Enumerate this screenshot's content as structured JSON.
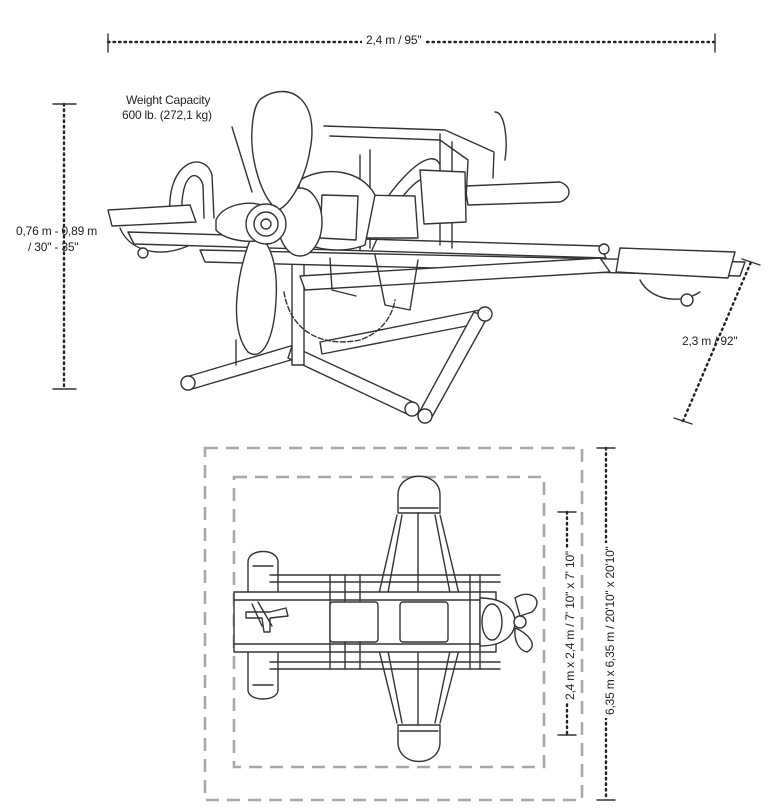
{
  "dimensions": {
    "width_label": "2,4 m / 95\"",
    "height_label_line1": "0,76 m - 0,89 m",
    "height_label_line2": "/ 30\" - 35\"",
    "depth_label": "2,3 m / 92\"",
    "area_inner_label": "2,4 m x 2,4 m / 7' 10\" x 7' 10\"",
    "area_outer_label": "6,35 m x 6,35 m / 20'10\" x 20'10\""
  },
  "callout": {
    "line1": "Weight Capacity",
    "line2": "600 lb. (272,1 kg)"
  },
  "icons": {
    "product": "airplane-seesaw-illustration",
    "plan": "airplane-seesaw-top-view",
    "decal": "airplane-decal-icon"
  }
}
